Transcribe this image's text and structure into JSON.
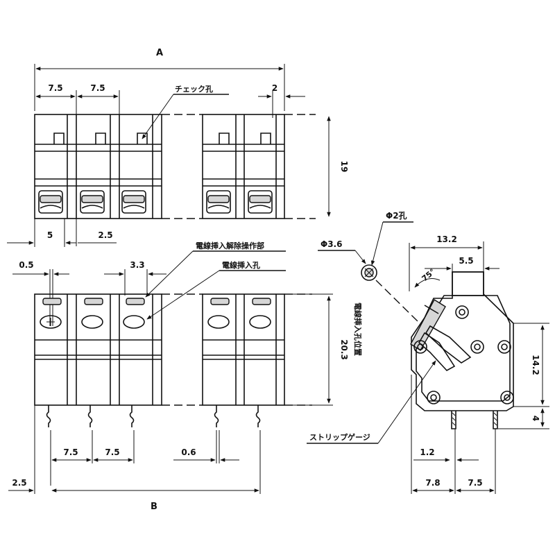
{
  "dims": {
    "A": "A",
    "B": "B",
    "top_pitch_1": "7.5",
    "top_pitch_2": "7.5",
    "top_right": "2",
    "height_top": "19",
    "left_5": "5",
    "left_2_5": "2.5",
    "front_0_5": "0.5",
    "front_3_3": "3.3",
    "height_front": "20.3",
    "pin_pitch_1": "7.5",
    "pin_pitch_2": "7.5",
    "pin_0_6": "0.6",
    "bottom_2_5": "2.5",
    "side_13_2": "13.2",
    "side_5_5": "5.5",
    "side_angle": "75°",
    "side_14_2": "14.2",
    "side_4": "4",
    "side_1_2": "1.2",
    "side_7_8": "7.8",
    "side_7_5": "7.5",
    "hole_phi_3_6": "Φ3.6",
    "hole_phi_2": "Φ2孔"
  },
  "labels": {
    "check_hole": "チェック孔",
    "release_part": "電線挿入解除操作部",
    "wire_hole": "電線挿入孔",
    "wire_hole_position": "電線挿入孔位置",
    "strip_gauge": "ストリップゲージ"
  }
}
